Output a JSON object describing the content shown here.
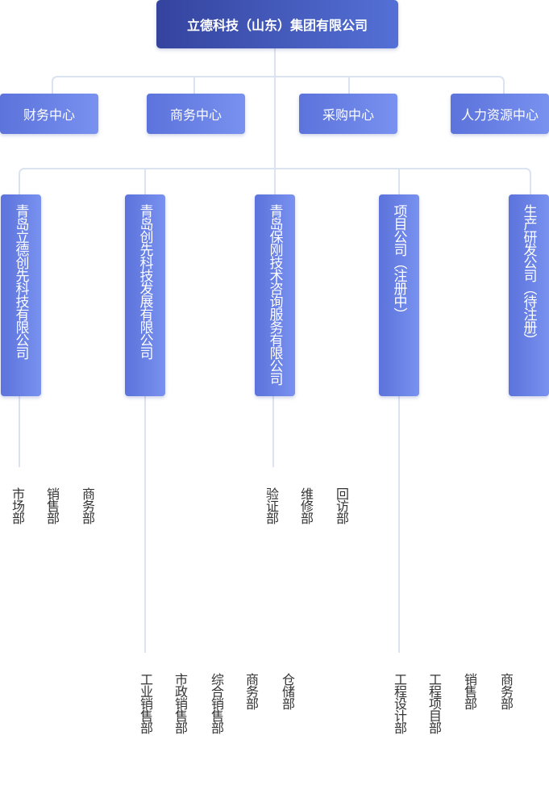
{
  "root": {
    "label": "立德科技（山东）集团有限公司"
  },
  "centers": [
    {
      "label": "财务中心"
    },
    {
      "label": "商务中心"
    },
    {
      "label": "采购中心"
    },
    {
      "label": "人力资源中心"
    }
  ],
  "companies": [
    {
      "label": "青岛立德创先科技有限公司",
      "departments": [
        "市场部",
        "销售部",
        "商务部"
      ]
    },
    {
      "label": "青岛创先科技发展有限公司",
      "departments": [
        "工业销售部",
        "市政销售部",
        "综合销售部",
        "商务部",
        "仓储部"
      ]
    },
    {
      "label": "青岛保刚技术咨询服务有限公司",
      "departments": [
        "验证部",
        "维修部",
        "回访部"
      ]
    },
    {
      "label": "项目公司（注册中）",
      "departments": [
        "工程设计部",
        "工程项目部",
        "销售部",
        "商务部"
      ]
    },
    {
      "label": "生产研发公司（待注册）",
      "departments": []
    }
  ],
  "colors": {
    "root": "#34439e",
    "box": "#6b84e6",
    "connector": "#dbe2f0",
    "text": "#333333"
  }
}
